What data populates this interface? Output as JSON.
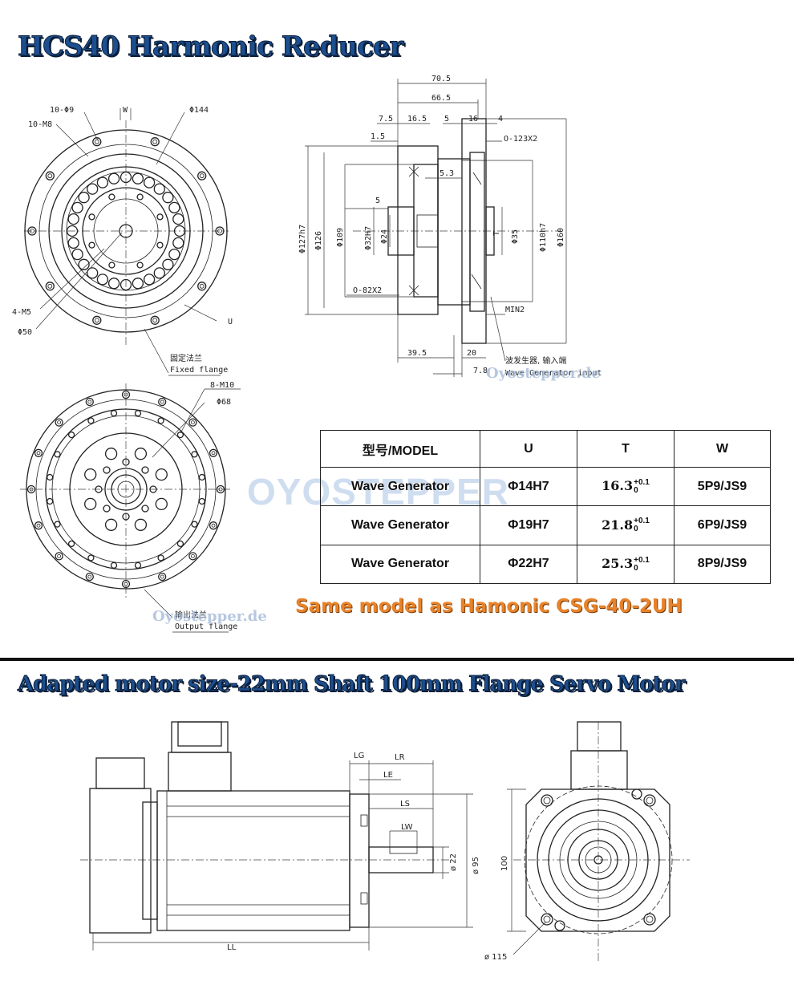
{
  "titles": {
    "main": "HCS40 Harmonic Reducer",
    "motor": "Adapted motor size-22mm Shaft 100mm Flange Servo Motor"
  },
  "top_front_labels": {
    "holes_a": "10-Φ9",
    "holes_b": "10-M8",
    "w": "W",
    "d144": "Φ144",
    "m5": "4-M5",
    "d50": "Φ50",
    "u": "U",
    "fixed_cn": "固定法兰",
    "fixed_en": "Fixed flange"
  },
  "side_labels": {
    "d70_5": "70.5",
    "d66_5": "66.5",
    "d7_5": "7.5",
    "d16_5": "16.5",
    "d5a": "5",
    "d16": "16",
    "d4": "4",
    "oring_top": "O-123X2",
    "d1_5": "1.5",
    "d5_3": "5.3",
    "d5b": "5",
    "dia127": "Φ127h7",
    "dia126": "Φ126",
    "dia109": "Φ109",
    "dia32": "Φ32H7",
    "dia24": "Φ24",
    "t": "T",
    "dia35": "Φ35",
    "dia110": "Φ110h7",
    "dia160": "Φ160",
    "oring_bot": "O-82X2",
    "min2": "MIN2",
    "d39_5": "39.5",
    "d20": "20",
    "d7_8": "7.8",
    "wg_cn": "波发生器, 输入端",
    "wg_en": "Wave Generator input"
  },
  "output_labels": {
    "m10": "8-M10",
    "d68": "Φ68",
    "out_cn": "输出法兰",
    "out_en": "Output flange"
  },
  "table": {
    "headers": [
      "型号/MODEL",
      "U",
      "T",
      "W"
    ],
    "rows": [
      {
        "model": "Wave Generator",
        "u": "Φ14H7",
        "t": "16.3",
        "w": "5P9/JS9"
      },
      {
        "model": "Wave Generator",
        "u": "Φ19H7",
        "t": "21.8",
        "w": "6P9/JS9"
      },
      {
        "model": "Wave Generator",
        "u": "Φ22H7",
        "t": "25.3",
        "w": "8P9/JS9"
      }
    ],
    "tol_upper": "+0.1",
    "tol_lower": "0"
  },
  "same_model": "Same model as Hamonic CSG-40-2UH",
  "watermarks": {
    "url": "Oyostepper.de",
    "brand": "OYOSTEPPER"
  },
  "motor_labels": {
    "lg": "LG",
    "lr": "LR",
    "le": "LE",
    "ls": "LS",
    "lw": "LW",
    "d22": "ø 22",
    "d95": "ø 95",
    "ll": "LL",
    "h100": "100",
    "d115": "ø 115"
  },
  "colors": {
    "title": "#1c4f8f",
    "accent_orange": "#e8832a",
    "watermark": "#a9c2e4"
  }
}
